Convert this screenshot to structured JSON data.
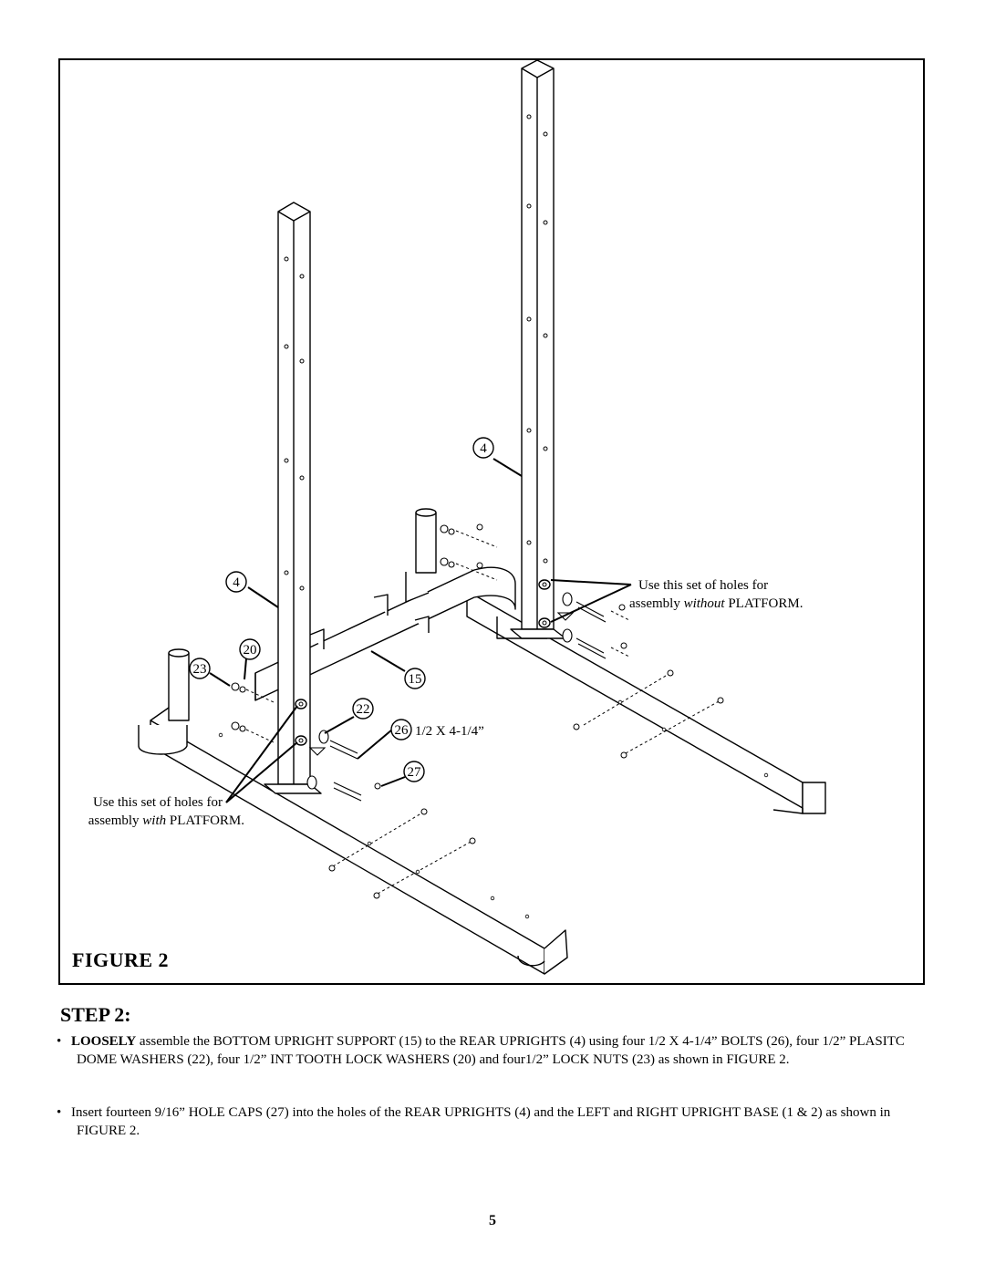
{
  "figure": {
    "title": "FIGURE 2",
    "part_labels": {
      "rear_upright_right": "4",
      "rear_upright_left": "4",
      "lock_washer": "20",
      "lock_nut": "23",
      "bottom_support": "15",
      "dome_washer": "22",
      "bolt": "26",
      "hole_cap": "27"
    },
    "bolt_size": "1/2 X 4-1/4”",
    "note_without": {
      "prefix": "Use this set of holes for",
      "line2_start": "assembly ",
      "italic": "without",
      "line2_end": " PLATFORM."
    },
    "note_with": {
      "prefix": "Use this set of holes for",
      "line2_start": "assembly ",
      "italic": "with",
      "line2_end": " PLATFORM."
    }
  },
  "step": {
    "title": "STEP 2:",
    "bullet_symbol": "•",
    "bullet1": {
      "bold": "LOOSELY",
      "text": " assemble the BOTTOM UPRIGHT SUPPORT (15) to the REAR UPRIGHTS (4) using four 1/2 X 4-1/4” BOLTS (26), four 1/2” PLASITC DOME WASHERS (22), four 1/2” INT TOOTH LOCK WASHERS (20) and four1/2” LOCK NUTS (23) as shown in FIGURE 2."
    },
    "bullet2": {
      "text": "Insert fourteen  9/16” HOLE CAPS (27) into the holes of the REAR UPRIGHTS (4) and the LEFT and RIGHT UPRIGHT BASE (1 & 2) as shown in FIGURE 2."
    }
  },
  "page_number": "5"
}
